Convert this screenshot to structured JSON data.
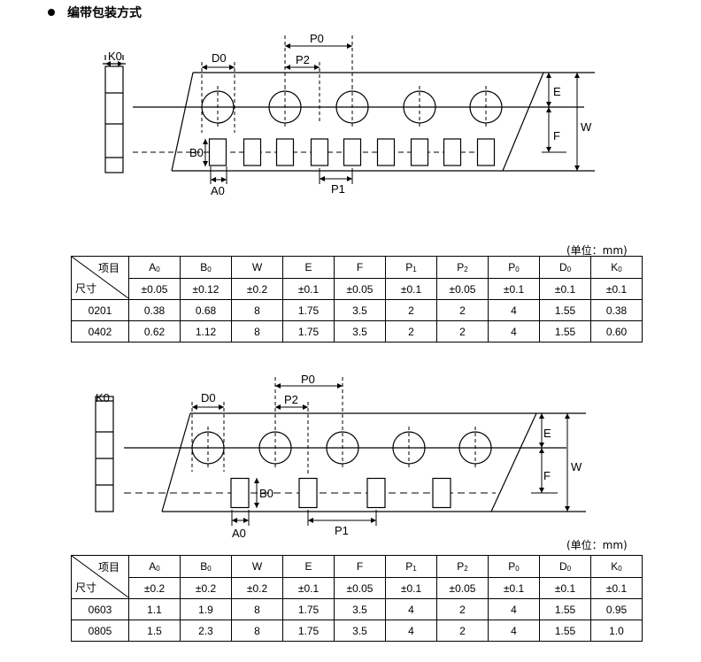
{
  "heading": "编带包装方式",
  "diagram1": {
    "labels": {
      "k0": "K",
      "d0": "D",
      "p0": "P",
      "p2": "P",
      "e": "E",
      "f": "F",
      "w": "W",
      "b0": "B",
      "a0": "A",
      "p1": "P"
    },
    "subs": {
      "k0": "0",
      "d0": "0",
      "p0": "0",
      "p2": "2",
      "b0": "0",
      "a0": "0",
      "p1": "1"
    }
  },
  "diagram2": {
    "labels": {
      "k0": "K",
      "d0": "D",
      "p0": "P",
      "p2": "P",
      "e": "E",
      "f": "F",
      "w": "W",
      "b0": "B",
      "a0": "A",
      "p1": "P"
    },
    "subs": {
      "k0": "0",
      "d0": "0",
      "p0": "0",
      "p2": "2",
      "b0": "0",
      "a0": "0",
      "p1": "1"
    }
  },
  "table1": {
    "unit_note": "(单位：mm)",
    "corner_top": "项目",
    "corner_bottom": "尺寸",
    "columns": [
      {
        "name": "A",
        "sub": "0",
        "tol": "±0.05"
      },
      {
        "name": "B",
        "sub": "0",
        "tol": "±0.12"
      },
      {
        "name": "W",
        "sub": "",
        "tol": "±0.2"
      },
      {
        "name": "E",
        "sub": "",
        "tol": "±0.1"
      },
      {
        "name": "F",
        "sub": "",
        "tol": "±0.05"
      },
      {
        "name": "P",
        "sub": "1",
        "tol": "±0.1"
      },
      {
        "name": "P",
        "sub": "2",
        "tol": "±0.05"
      },
      {
        "name": "P",
        "sub": "0",
        "tol": "±0.1"
      },
      {
        "name": "D",
        "sub": "0",
        "tol": "±0.1"
      },
      {
        "name": "K",
        "sub": "0",
        "tol": "±0.1"
      }
    ],
    "rows": [
      {
        "size": "0201",
        "values": [
          "0.38",
          "0.68",
          "8",
          "1.75",
          "3.5",
          "2",
          "2",
          "4",
          "1.55",
          "0.38"
        ]
      },
      {
        "size": "0402",
        "values": [
          "0.62",
          "1.12",
          "8",
          "1.75",
          "3.5",
          "2",
          "2",
          "4",
          "1.55",
          "0.60"
        ]
      }
    ]
  },
  "table2": {
    "unit_note": "(单位：mm)",
    "corner_top": "项目",
    "corner_bottom": "尺寸",
    "columns": [
      {
        "name": "A",
        "sub": "0",
        "tol": "±0.2"
      },
      {
        "name": "B",
        "sub": "0",
        "tol": "±0.2"
      },
      {
        "name": "W",
        "sub": "",
        "tol": "±0.2"
      },
      {
        "name": "E",
        "sub": "",
        "tol": "±0.1"
      },
      {
        "name": "F",
        "sub": "",
        "tol": "±0.05"
      },
      {
        "name": "P",
        "sub": "1",
        "tol": "±0.1"
      },
      {
        "name": "P",
        "sub": "2",
        "tol": "±0.05"
      },
      {
        "name": "P",
        "sub": "0",
        "tol": "±0.1"
      },
      {
        "name": "D",
        "sub": "0",
        "tol": "±0.1"
      },
      {
        "name": "K",
        "sub": "0",
        "tol": "±0.1"
      }
    ],
    "rows": [
      {
        "size": "0603",
        "values": [
          "1.1",
          "1.9",
          "8",
          "1.75",
          "3.5",
          "4",
          "2",
          "4",
          "1.55",
          "0.95"
        ]
      },
      {
        "size": "0805",
        "values": [
          "1.5",
          "2.3",
          "8",
          "1.75",
          "3.5",
          "4",
          "2",
          "4",
          "1.55",
          "1.0"
        ]
      }
    ]
  }
}
